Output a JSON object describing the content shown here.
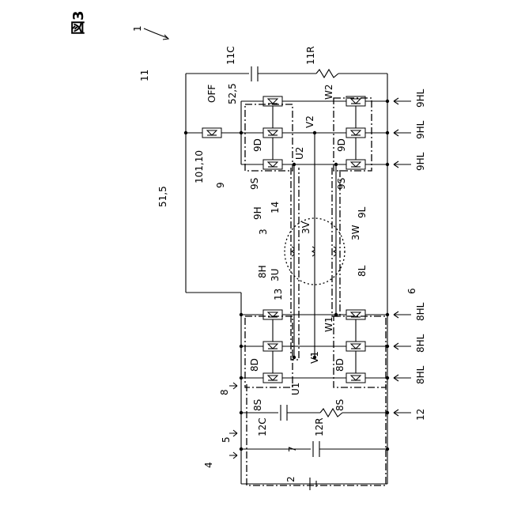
{
  "figure": {
    "title": "図3",
    "ref_overall": "1"
  },
  "labels": [
    "11",
    "11C",
    "11R",
    "51,5",
    "101,10",
    "OFF",
    "52,5",
    "9",
    "W2",
    "V2",
    "U2",
    "9D",
    "9D",
    "9S",
    "9S",
    "9H",
    "9L",
    "14",
    "3",
    "3U",
    "3V",
    "3W",
    "13",
    "8H",
    "8L",
    "6",
    "V1",
    "W1",
    "U1",
    "8D",
    "8D",
    "8S",
    "8S",
    "8",
    "12C",
    "12R",
    "12",
    "5",
    "7",
    "4",
    "2",
    "9HL",
    "9HL",
    "9HL",
    "8HL",
    "8HL",
    "8HL"
  ]
}
